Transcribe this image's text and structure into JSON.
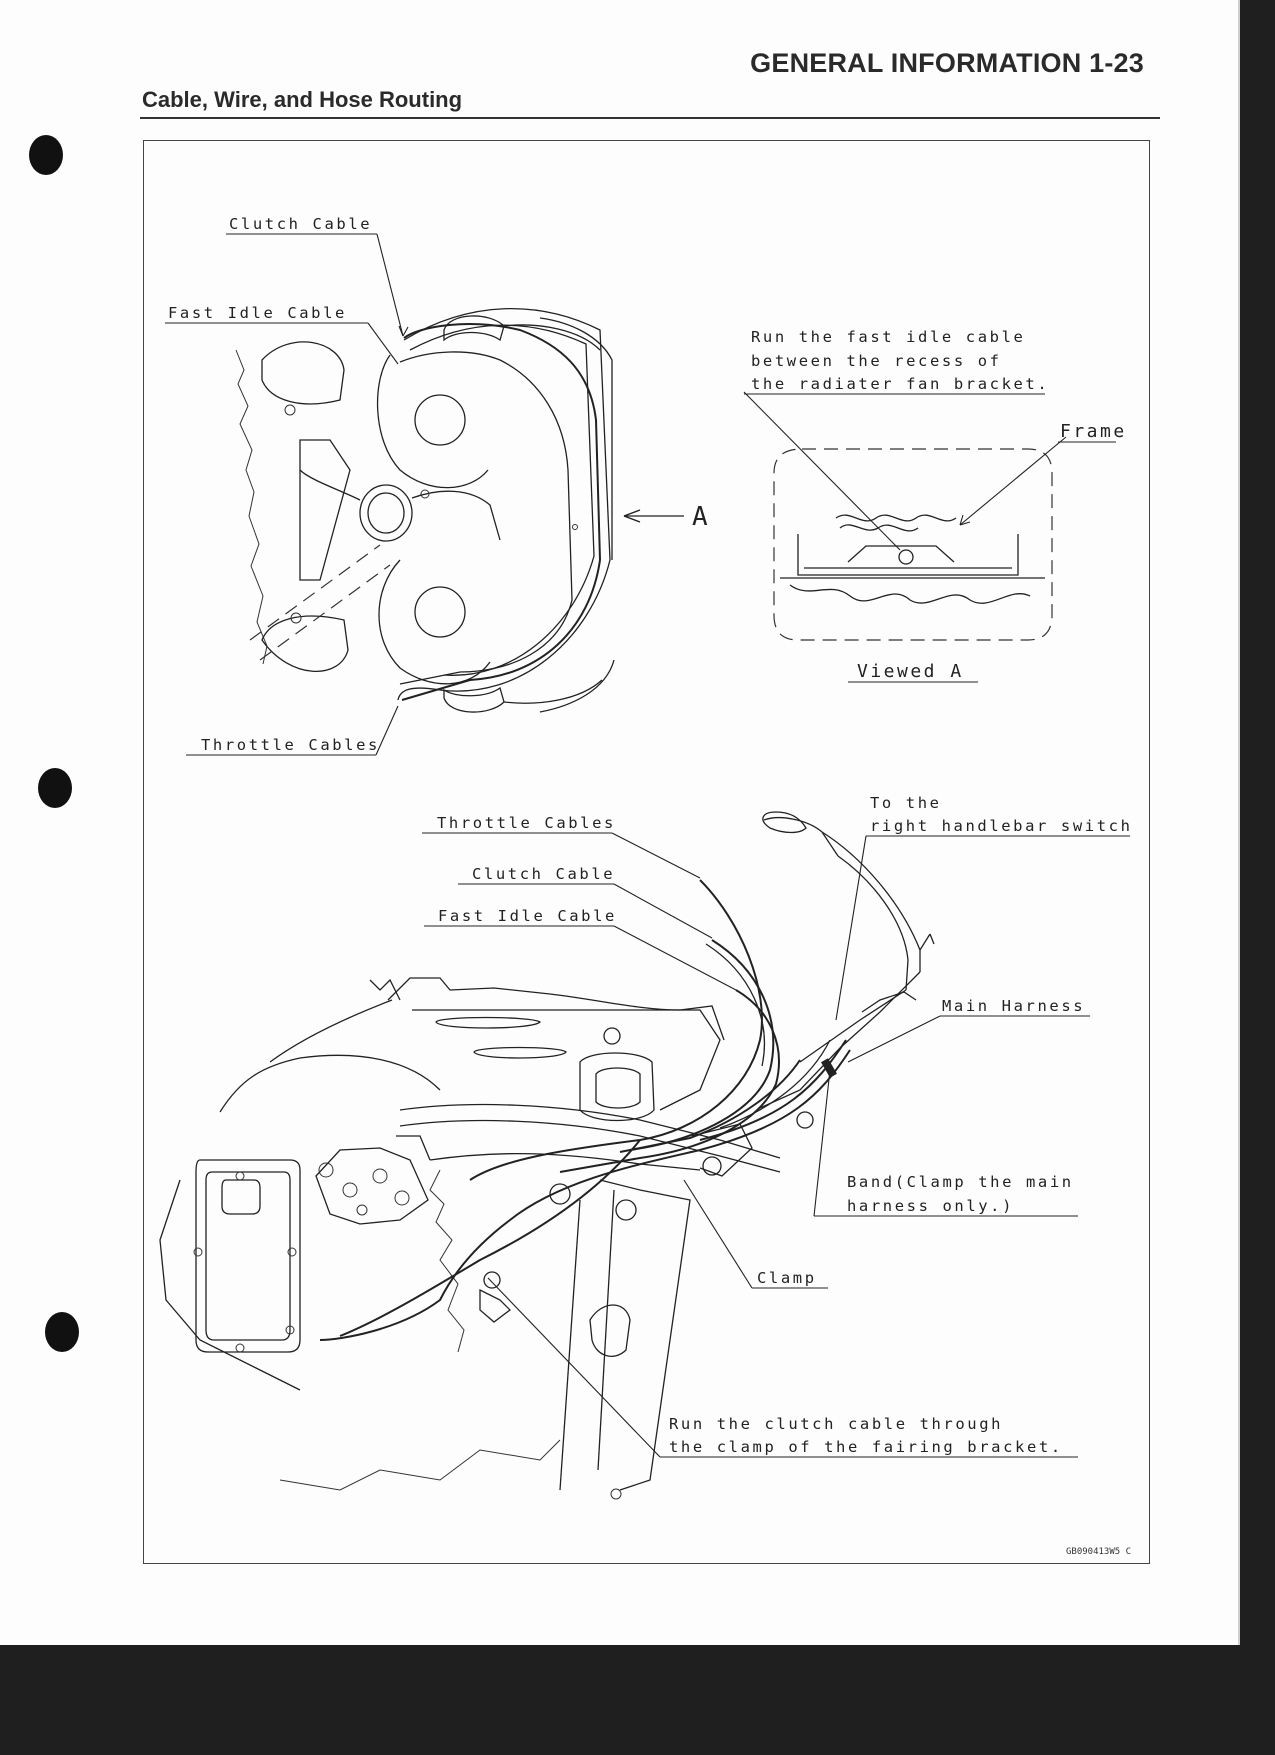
{
  "header": {
    "page_title": "GENERAL INFORMATION 1-23",
    "section_title": "Cable, Wire, and Hose Routing"
  },
  "top_figure": {
    "clutch_cable": "Clutch Cable",
    "fast_idle_cable": "Fast Idle Cable",
    "throttle_cables": "Throttle Cables",
    "view_arrow_label": "A",
    "note_line1": "Run the fast idle cable",
    "note_line2": "between the recess of",
    "note_line3": "the radiater fan bracket.",
    "frame": "Frame",
    "viewed_a": "Viewed A"
  },
  "bottom_figure": {
    "throttle_cables": "Throttle Cables",
    "clutch_cable": "Clutch Cable",
    "fast_idle_cable": "Fast Idle Cable",
    "to_the": "To the",
    "right_handlebar_switch": "right handlebar switch",
    "main_harness": "Main Harness",
    "band_line1": "Band(Clamp the main",
    "band_line2": "harness only.)",
    "clamp": "Clamp",
    "clutch_note_line1": "Run the clutch cable through",
    "clutch_note_line2": "the clamp of the fairing bracket."
  },
  "figure_code": "GB090413W5 C"
}
